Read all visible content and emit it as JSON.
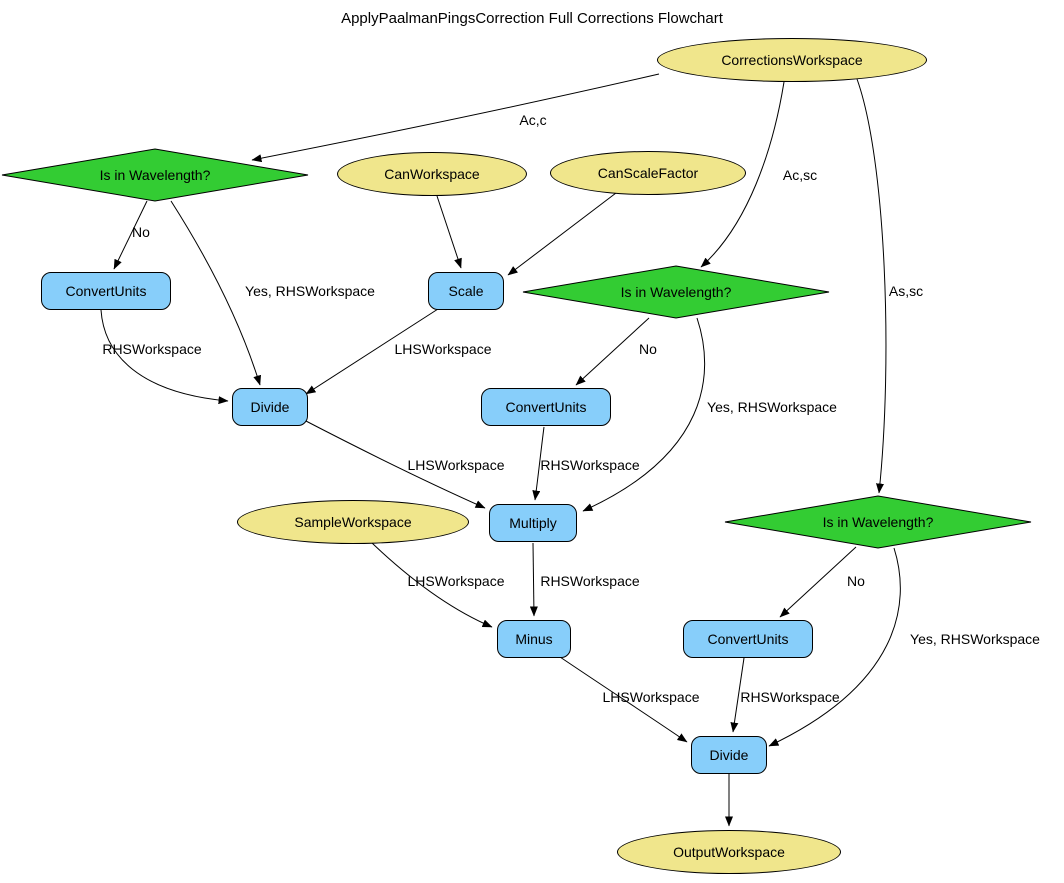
{
  "title": "ApplyPaalmanPingsCorrection Full Corrections Flowchart",
  "colors": {
    "background": "#ffffff",
    "ellipse_fill": "#f0e68c",
    "diamond_fill": "#33cc33",
    "box_fill": "#87cefa",
    "node_border": "#000000",
    "edge_color": "#000000",
    "text_color": "#000000"
  },
  "nodes": {
    "correctionsWorkspace": "CorrectionsWorkspace",
    "isInWavelengthLeft": "Is in Wavelength?",
    "canWorkspace": "CanWorkspace",
    "canScaleFactor": "CanScaleFactor",
    "convertUnitsLeft": "ConvertUnits",
    "scale": "Scale",
    "isInWavelengthCenter": "Is in Wavelength?",
    "divide": "Divide",
    "convertUnitsCenter": "ConvertUnits",
    "sampleWorkspace": "SampleWorkspace",
    "multiply": "Multiply",
    "isInWavelengthRight": "Is in Wavelength?",
    "minus": "Minus",
    "convertUnitsRight": "ConvertUnits",
    "divideFinal": "Divide",
    "outputWorkspace": "OutputWorkspace"
  },
  "edges": [
    {
      "from": "correctionsWorkspace",
      "to": "isInWavelengthLeft",
      "label": "Ac,c"
    },
    {
      "from": "correctionsWorkspace",
      "to": "isInWavelengthCenter",
      "label": "Ac,sc"
    },
    {
      "from": "correctionsWorkspace",
      "to": "isInWavelengthRight",
      "label": "As,sc"
    },
    {
      "from": "isInWavelengthLeft",
      "to": "convertUnitsLeft",
      "label": "No"
    },
    {
      "from": "isInWavelengthLeft",
      "to": "divide",
      "label": "Yes, RHSWorkspace"
    },
    {
      "from": "convertUnitsLeft",
      "to": "divide",
      "label": "RHSWorkspace"
    },
    {
      "from": "canWorkspace",
      "to": "scale",
      "label": ""
    },
    {
      "from": "canScaleFactor",
      "to": "scale",
      "label": ""
    },
    {
      "from": "scale",
      "to": "divide",
      "label": "LHSWorkspace"
    },
    {
      "from": "isInWavelengthCenter",
      "to": "convertUnitsCenter",
      "label": "No"
    },
    {
      "from": "isInWavelengthCenter",
      "to": "multiply",
      "label": "Yes, RHSWorkspace"
    },
    {
      "from": "divide",
      "to": "multiply",
      "label": "LHSWorkspace"
    },
    {
      "from": "convertUnitsCenter",
      "to": "multiply",
      "label": "RHSWorkspace"
    },
    {
      "from": "sampleWorkspace",
      "to": "minus",
      "label": "LHSWorkspace"
    },
    {
      "from": "multiply",
      "to": "minus",
      "label": "RHSWorkspace"
    },
    {
      "from": "isInWavelengthRight",
      "to": "convertUnitsRight",
      "label": "No"
    },
    {
      "from": "isInWavelengthRight",
      "to": "divideFinal",
      "label": "Yes, RHSWorkspace"
    },
    {
      "from": "minus",
      "to": "divideFinal",
      "label": "LHSWorkspace"
    },
    {
      "from": "convertUnitsRight",
      "to": "divideFinal",
      "label": "RHSWorkspace"
    },
    {
      "from": "divideFinal",
      "to": "outputWorkspace",
      "label": ""
    }
  ]
}
